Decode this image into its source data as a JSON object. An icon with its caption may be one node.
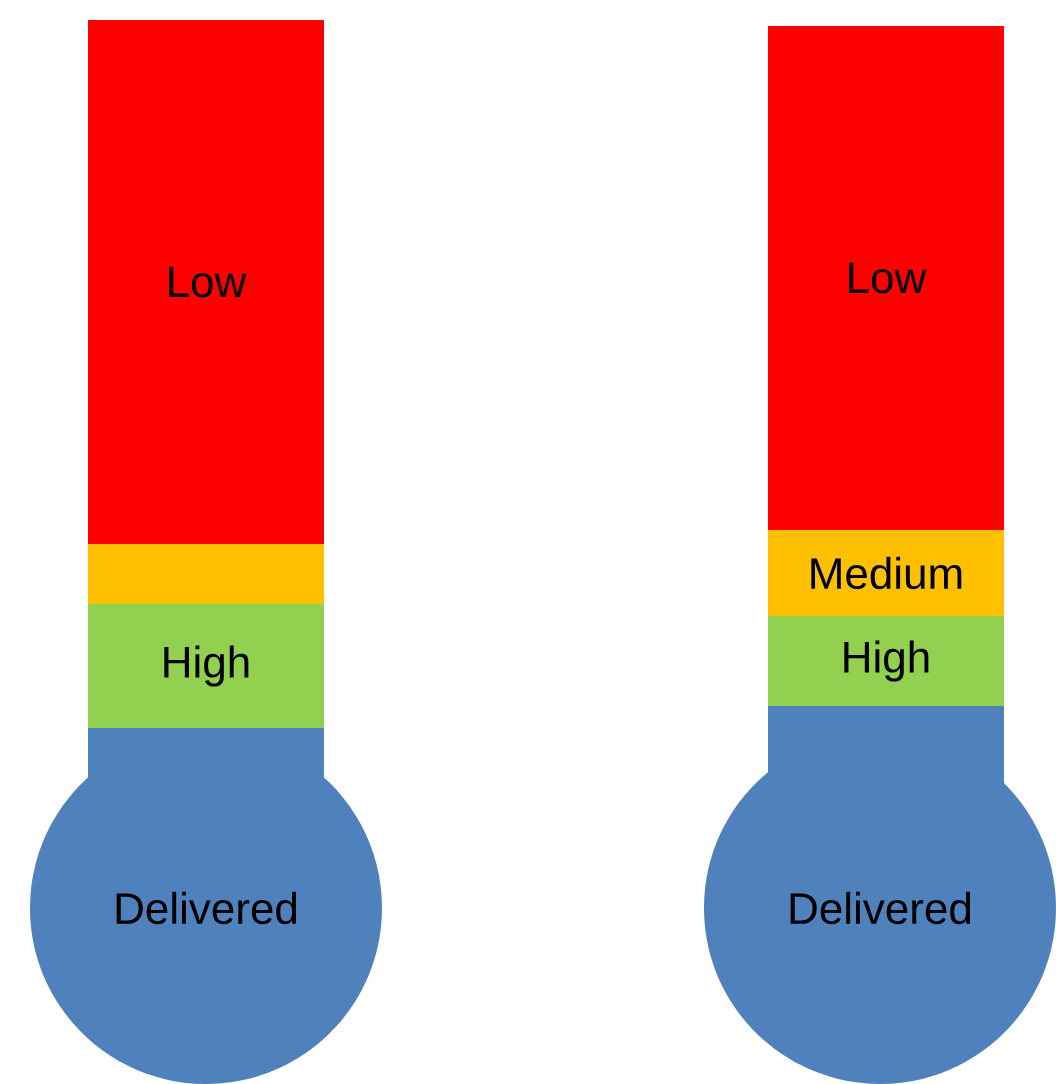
{
  "diagram": {
    "nodes": [
      {
        "text": [
          "Low"
        ]
      },
      {
        "text": [],
        "shape": "box"
      },
      {
        "text": [
          "High"
        ]
      },
      {
        "text": [
          "Delivered"
        ]
      },
      {
        "text": [
          "Low"
        ]
      },
      {
        "text": [
          "Medium"
        ]
      },
      {
        "text": [
          "High"
        ]
      },
      {
        "text": [
          "Delivered"
        ]
      }
    ]
  }
}
